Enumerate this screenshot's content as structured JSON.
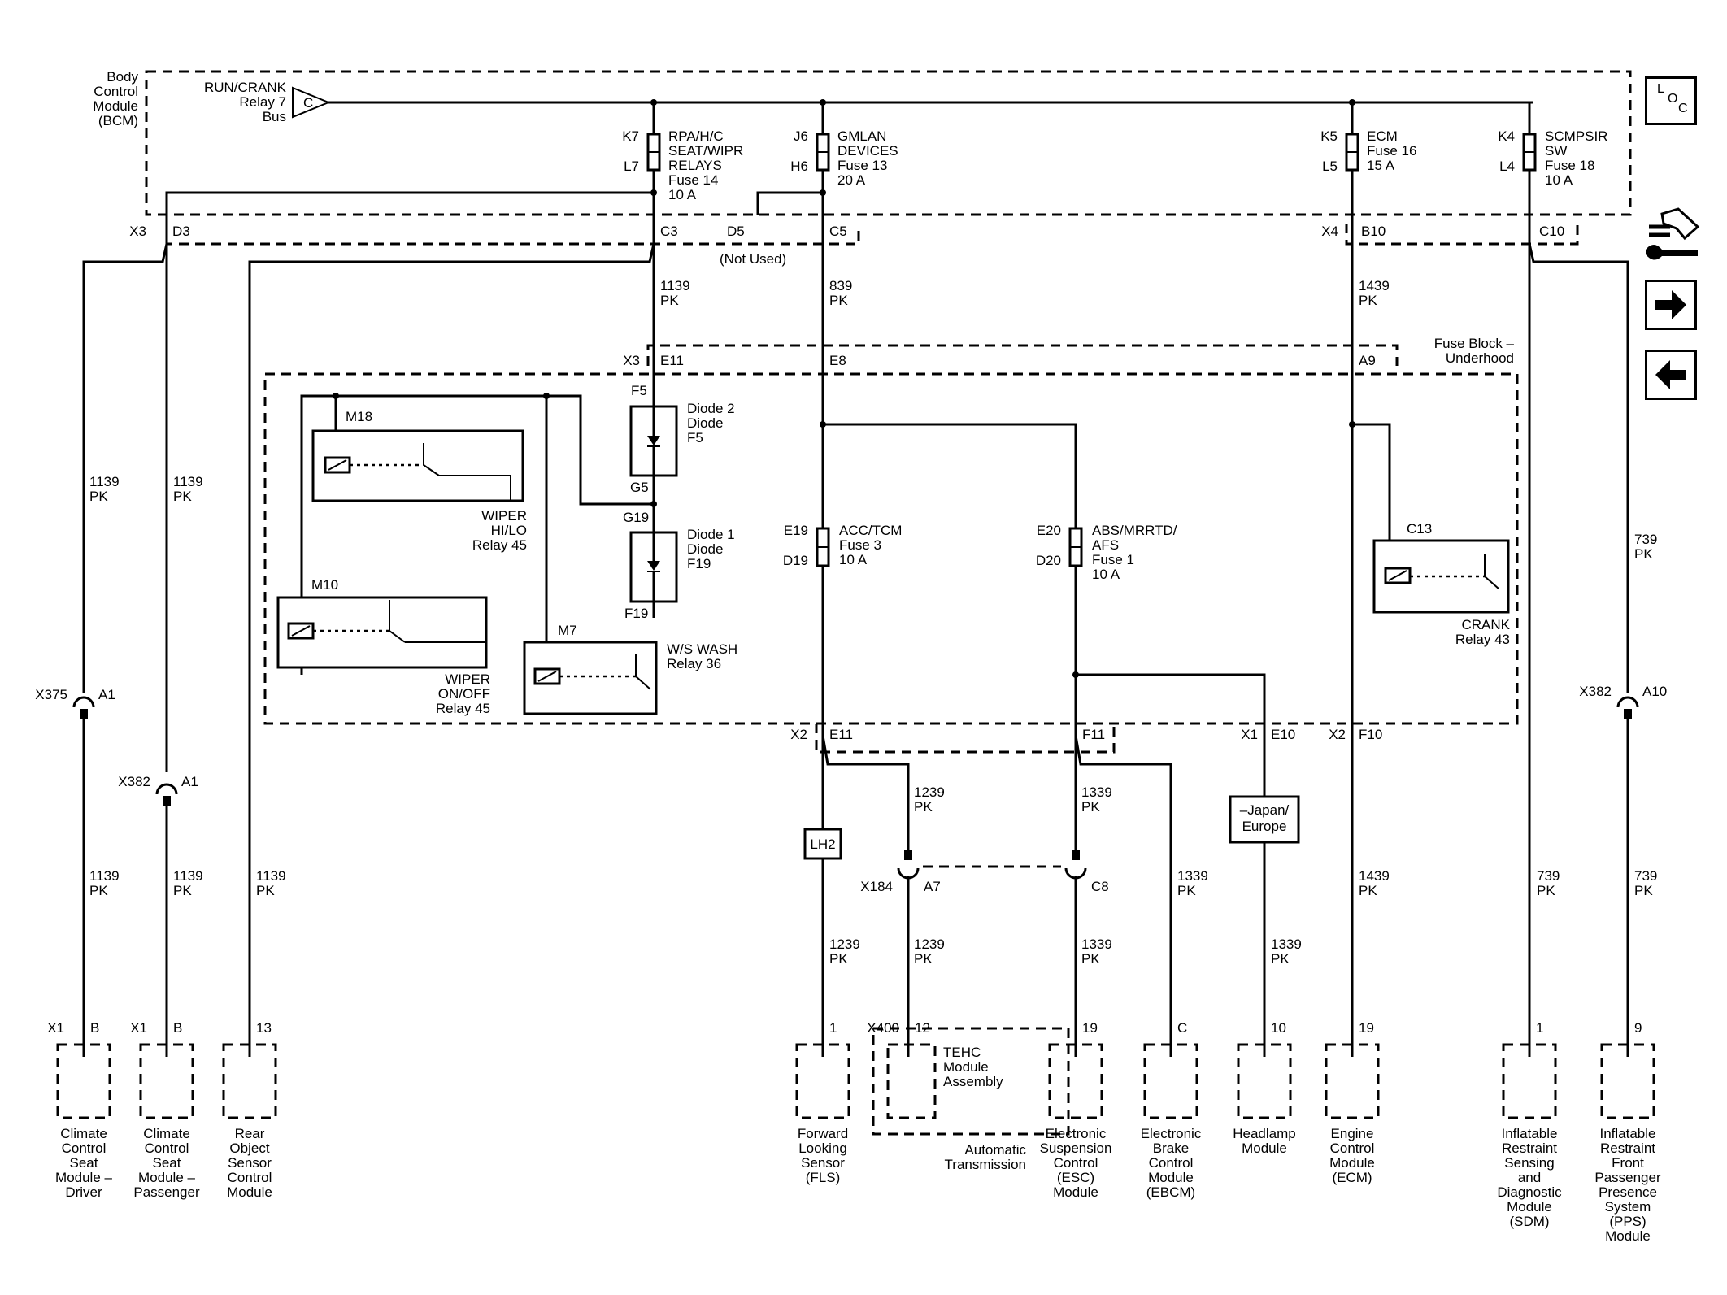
{
  "bcm": {
    "l1": "Body",
    "l2": "Control",
    "l3": "Module",
    "l4": "(BCM)",
    "run1": "RUN/CRANK",
    "run2": "Relay 7",
    "run3": "Bus",
    "tri": "C"
  },
  "fuses_top": {
    "f14": {
      "top": "K7",
      "bot": "L7",
      "l1": "RPA/H/C",
      "l2": "SEAT/WIPR",
      "l3": "RELAYS",
      "l4": "Fuse 14",
      "l5": "10 A"
    },
    "f13": {
      "top": "J6",
      "bot": "H6",
      "l1": "GMLAN",
      "l2": "DEVICES",
      "l3": "Fuse 13",
      "l4": "20 A"
    },
    "f16": {
      "top": "K5",
      "bot": "L5",
      "l1": "ECM",
      "l2": "Fuse 16",
      "l3": "15 A"
    },
    "f18": {
      "top": "K4",
      "bot": "L4",
      "l1": "SCMPSIR",
      "l2": "SW",
      "l3": "Fuse 18",
      "l4": "10 A"
    }
  },
  "bcm_conn": {
    "x3": "X3",
    "d3": "D3",
    "c3": "C3",
    "d5": "D5",
    "c5": "C5",
    "not_used": "(Not Used)",
    "x4": "X4",
    "b10": "B10",
    "c10": "C10"
  },
  "wires": {
    "w1139": "1139",
    "w839": "839",
    "w1439": "1439",
    "w739": "739",
    "w1239": "1239",
    "w1339": "1339",
    "pk": "PK"
  },
  "fuse_block": {
    "title1": "Fuse Block –",
    "title2": "Underhood",
    "x3": "X3",
    "e11": "E11",
    "e8": "E8",
    "a9": "A9"
  },
  "relays": {
    "m18": "M18",
    "hilo1": "WIPER",
    "hilo2": "HI/LO",
    "hilo3": "Relay 45",
    "m10": "M10",
    "onoff1": "WIPER",
    "onoff2": "ON/OFF",
    "onoff3": "Relay 45",
    "m7": "M7",
    "wash1": "W/S WASH",
    "wash2": "Relay 36",
    "c13": "C13",
    "crank1": "CRANK",
    "crank2": "Relay 43"
  },
  "diodes": {
    "f5": "F5",
    "g5": "G5",
    "d2a": "Diode 2",
    "d2b": "Diode",
    "d2c": "F5",
    "g19": "G19",
    "f19": "F19",
    "d1a": "Diode 1",
    "d1b": "Diode",
    "d1c": "F19"
  },
  "fuses_mid": {
    "f3": {
      "top": "E19",
      "bot": "D19",
      "l1": "ACC/TCM",
      "l2": "Fuse 3",
      "l3": "10 A"
    },
    "f1": {
      "top": "E20",
      "bot": "D20",
      "l1": "ABS/MRRTD/",
      "l2": "AFS",
      "l3": "Fuse 1",
      "l4": "10 A"
    }
  },
  "fb_bottom": {
    "x2a": "X2",
    "e11": "E11",
    "f11": "F11",
    "x1": "X1",
    "e10": "E10",
    "x2b": "X2",
    "f10": "F10"
  },
  "inline": {
    "x375": "X375",
    "a1a": "A1",
    "x382a": "X382",
    "a1b": "A1",
    "x382b": "X382",
    "a10": "A10",
    "x184": "X184",
    "a7": "A7",
    "c8": "C8",
    "lh2": "LH2",
    "japan1": "–Japan/",
    "japan2": "Europe"
  },
  "modules": [
    {
      "conn": "X1",
      "pin": "B",
      "lines": [
        "Climate",
        "Control",
        "Seat",
        "Module –",
        "Driver"
      ]
    },
    {
      "conn": "X1",
      "pin": "B",
      "lines": [
        "Climate",
        "Control",
        "Seat",
        "Module –",
        "Passenger"
      ]
    },
    {
      "conn": "",
      "pin": "13",
      "lines": [
        "Rear",
        "Object",
        "Sensor",
        "Control",
        "Module"
      ]
    },
    {
      "conn": "",
      "pin": "1",
      "lines": [
        "Forward",
        "Looking",
        "Sensor",
        "(FLS)"
      ]
    },
    {
      "conn": "X400",
      "pin": "12",
      "lines": [
        "TEHC",
        "Module",
        "Assembly"
      ],
      "sub": [
        "Automatic",
        "Transmission"
      ]
    },
    {
      "conn": "",
      "pin": "19",
      "lines": [
        "Electronic",
        "Suspension",
        "Control",
        "(ESC)",
        "Module"
      ]
    },
    {
      "conn": "",
      "pin": "C",
      "lines": [
        "Electronic",
        "Brake",
        "Control",
        "Module",
        "(EBCM)"
      ]
    },
    {
      "conn": "",
      "pin": "10",
      "lines": [
        "Headlamp",
        "Module"
      ]
    },
    {
      "conn": "",
      "pin": "19",
      "lines": [
        "Engine",
        "Control",
        "Module",
        "(ECM)"
      ]
    },
    {
      "conn": "",
      "pin": "1",
      "lines": [
        "Inflatable",
        "Restraint",
        "Sensing",
        "and",
        "Diagnostic",
        "Module",
        "(SDM)"
      ]
    },
    {
      "conn": "",
      "pin": "9",
      "lines": [
        "Inflatable",
        "Restraint",
        "Front",
        "Passenger",
        "Presence",
        "System",
        "(PPS)",
        "Module"
      ]
    }
  ],
  "loc": {
    "l": "L",
    "o": "O",
    "c": "C"
  }
}
